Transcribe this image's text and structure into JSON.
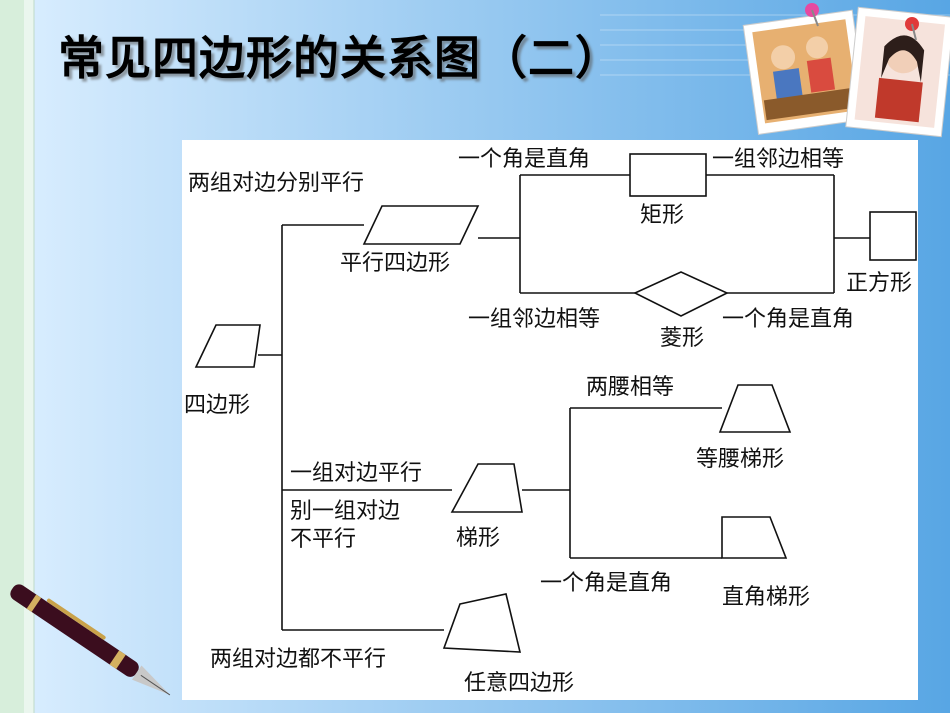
{
  "title": "常见四边形的关系图（二）",
  "colors": {
    "accent_blue": "#6fb0e6",
    "stripe_green": "#cfe8d4",
    "line": "#111111"
  },
  "diagram": {
    "root": "四边形",
    "labels": {
      "two_pairs_parallel": "两组对边分别平行",
      "parallelogram": "平行四边形",
      "one_right_angle_top": "一个角是直角",
      "rectangle": "矩形",
      "adjacent_equal_top": "一组邻边相等",
      "square": "正方形",
      "adjacent_equal_bottom": "一组邻边相等",
      "rhombus": "菱形",
      "one_right_angle_rhombus": "一个角是直角",
      "legs_equal": "两腰相等",
      "isosceles_trapezoid": "等腰梯形",
      "one_pair_parallel": "一组对边平行",
      "other_pair_line1": "别一组对边",
      "other_pair_line2": "不平行",
      "trapezoid": "梯形",
      "one_right_angle_trap": "一个角是直角",
      "right_trapezoid": "直角梯形",
      "no_pair_parallel": "两组对边都不平行",
      "arbitrary_quad": "任意四边形"
    }
  }
}
